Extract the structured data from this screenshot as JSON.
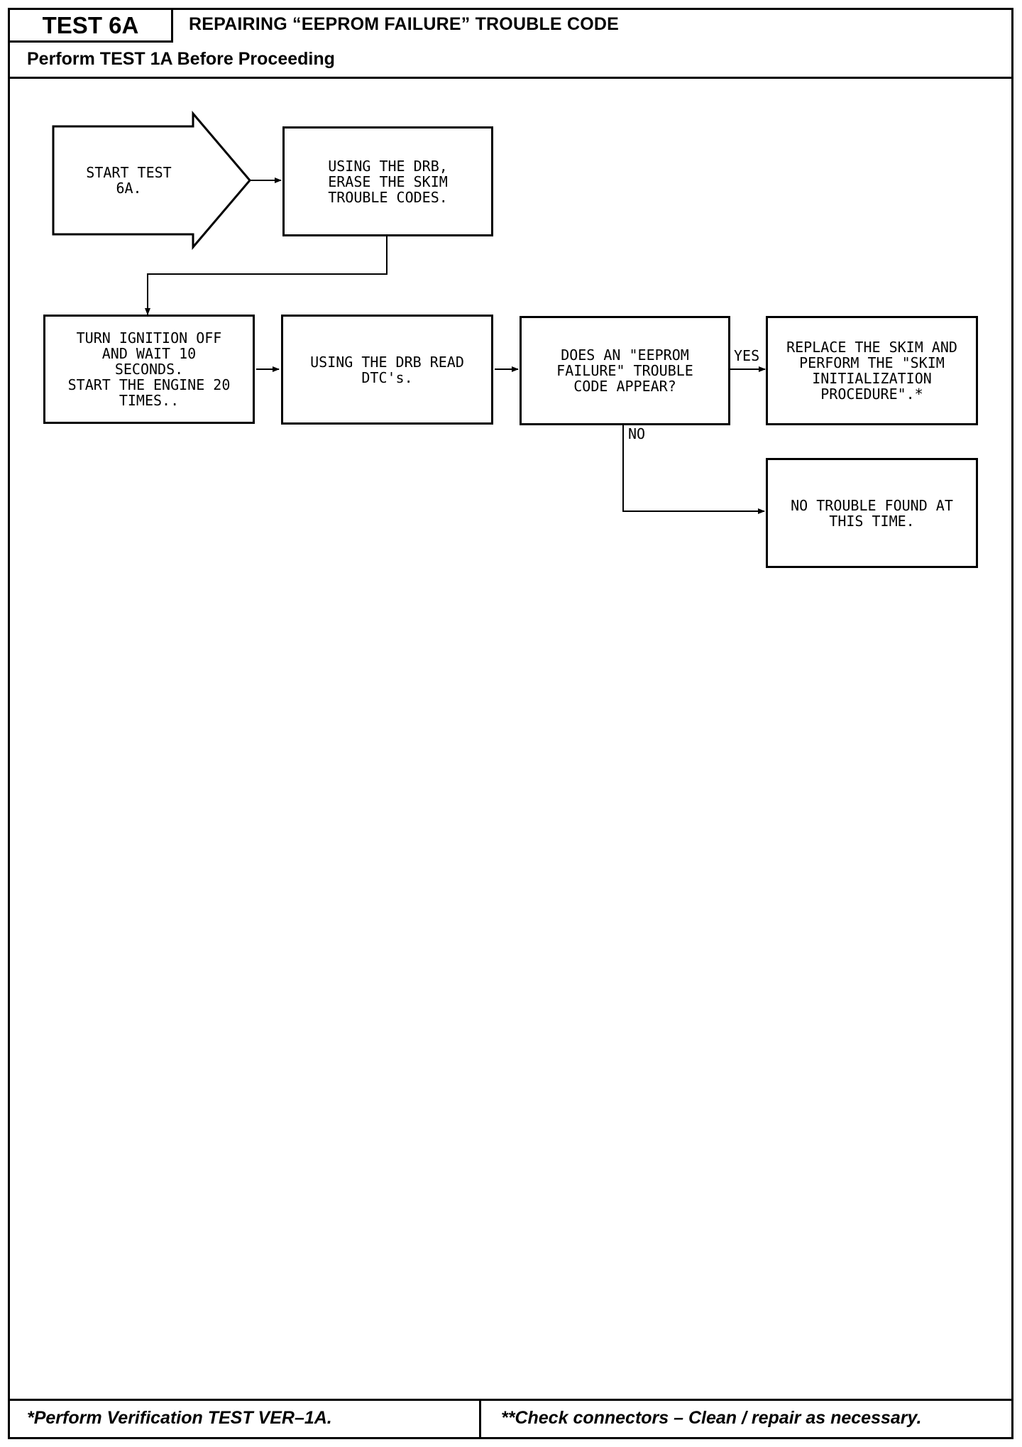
{
  "header": {
    "test_id": "TEST 6A",
    "title": "REPAIRING “EEPROM FAILURE” TROUBLE CODE",
    "prerequisite": "Perform TEST 1A Before Proceeding"
  },
  "flowchart": {
    "start": "START TEST 6A.",
    "erase_codes": "USING THE DRB,\nERASE THE SKIM\nTROUBLE CODES.",
    "ignition_cycle": "TURN IGNITION OFF\nAND WAIT 10\nSECONDS.\nSTART THE ENGINE 20\nTIMES..",
    "read_dtcs": "USING THE DRB READ\nDTC's.",
    "decision": "DOES AN \"EEPROM\nFAILURE\" TROUBLE\nCODE APPEAR?",
    "replace_skim": "REPLACE THE SKIM AND\nPERFORM THE \"SKIM\nINITIALIZATION\nPROCEDURE\".*",
    "no_trouble": "NO TROUBLE FOUND AT\nTHIS TIME.",
    "yes_label": "YES",
    "no_label": "NO"
  },
  "footer": {
    "left": "*Perform Verification TEST VER–1A.",
    "right": "**Check connectors – Clean / repair as necessary."
  }
}
